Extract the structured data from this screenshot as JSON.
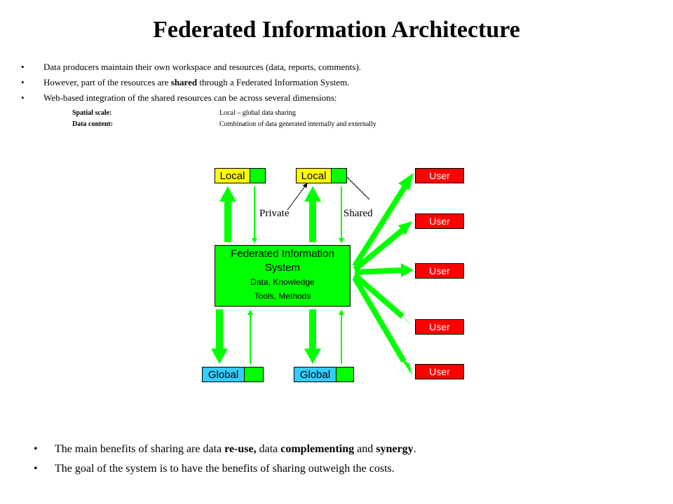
{
  "title": "Federated Information Architecture",
  "bullets": [
    {
      "pre": "Data producers maintain their own workspace and resources (data, reports, comments).",
      "bold": "",
      "post": ""
    },
    {
      "pre": "However, part of the resources are ",
      "bold": "shared",
      "post": " through a Federated Information System."
    },
    {
      "pre": "Web-based integration of the shared resources can be across several dimensions:",
      "bold": "",
      "post": ""
    }
  ],
  "dimensions": [
    {
      "key": "Spatial scale:",
      "value": "Local – global data sharing"
    },
    {
      "key": "Data content:",
      "value": "Combination of data generated internally and externally"
    }
  ],
  "diagram": {
    "local_label": "Local",
    "global_label": "Global",
    "user_label": "User",
    "private_label": "Private",
    "shared_label": "Shared",
    "fis_line1": "Federated Information",
    "fis_line2": "System",
    "fis_line3": "Data, Knowledge",
    "fis_line4": "Tools, Methods",
    "colors": {
      "green": "#00ff00",
      "local": "#ffff00",
      "global": "#33ccff",
      "user": "#ff0000"
    }
  },
  "benefits": {
    "line1_a": "The main benefits of sharing are data ",
    "line1_b": "re-use,",
    "line1_c": " data ",
    "line1_d": "complementing",
    "line1_e": " and ",
    "line1_f": "synergy",
    "line1_g": ".",
    "line2": "The goal of the system is to have the benefits of sharing outweigh the costs."
  }
}
